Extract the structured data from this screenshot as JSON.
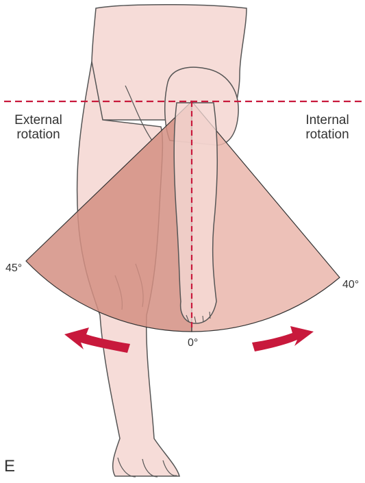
{
  "figure": {
    "panel_letter": "E",
    "labels": {
      "external_rotation": "External\nrotation",
      "internal_rotation": "Internal\nrotation",
      "external_angle": "45°",
      "internal_angle": "40°",
      "neutral_angle": "0°"
    }
  },
  "colors": {
    "skin": "#f6dcd8",
    "outline": "#555555",
    "external_sector": "#d38f82",
    "internal_sector": "#eab6ab",
    "dashed_line": "#c8193c",
    "arrow": "#c8193c",
    "text": "#333333"
  },
  "icons": [
    "left-curved-arrow-icon",
    "right-curved-arrow-icon"
  ]
}
